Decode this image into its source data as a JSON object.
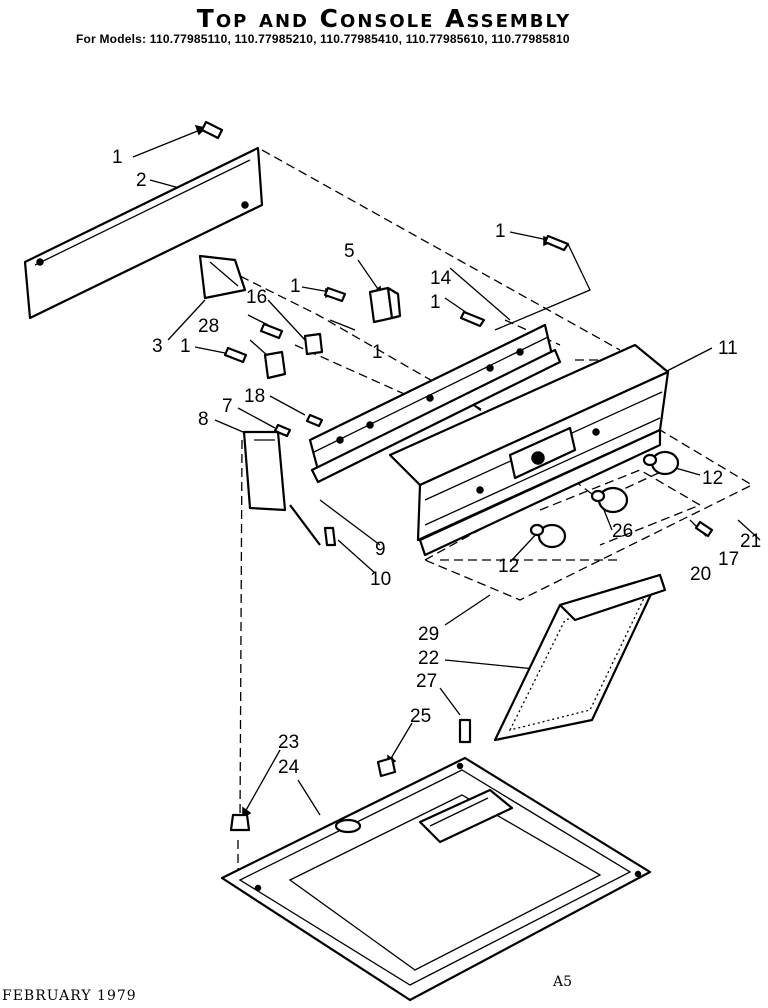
{
  "header": {
    "title": "Top and Console Assembly",
    "models": "For Models: 110.77985110, 110.77985210, 110.77985410, 110.77985610, 110.77985810"
  },
  "footer": {
    "date": "FEBRUARY 1979",
    "page": "A5"
  },
  "callouts": [
    "1",
    "2",
    "3",
    "5",
    "1",
    "1",
    "1",
    "1",
    "1",
    "14",
    "16",
    "28",
    "11",
    "7",
    "8",
    "18",
    "12",
    "26",
    "21",
    "17",
    "20",
    "12",
    "9",
    "10",
    "29",
    "22",
    "27",
    "25",
    "23",
    "24"
  ]
}
